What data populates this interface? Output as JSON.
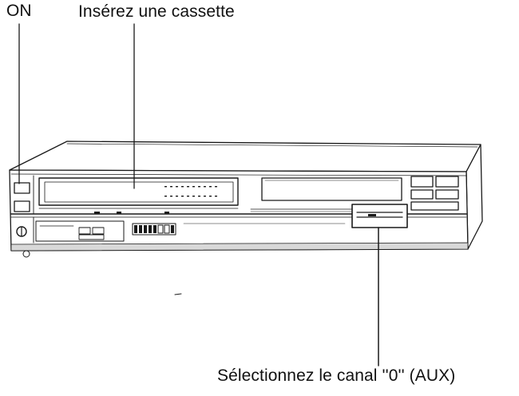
{
  "labels": {
    "on": "ON",
    "insert": "Insérez une cassette",
    "select_channel": "Sélectionnez le canal ''0'' (AUX)"
  },
  "colors": {
    "line": "#1a1a1a",
    "background": "#ffffff"
  }
}
